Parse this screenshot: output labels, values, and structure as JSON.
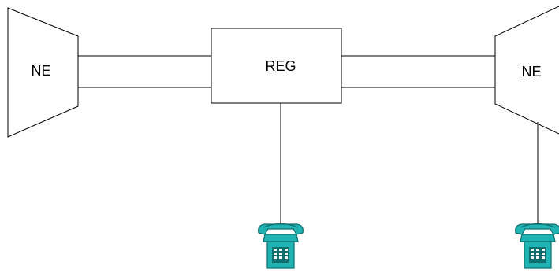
{
  "diagram": {
    "nodes": {
      "left_ne": {
        "label": "NE"
      },
      "regenerator": {
        "label": "REG"
      },
      "right_ne": {
        "label": "NE"
      }
    },
    "attachments": {
      "regenerator_telephone": {
        "icon": "telephone-icon"
      },
      "right_ne_telephone": {
        "icon": "telephone-icon"
      }
    }
  },
  "colors": {
    "line": "#000000",
    "phone_fill": "#1fb3b3",
    "phone_dark": "#0d6f6f",
    "phone_keypad": "#ffffff"
  }
}
